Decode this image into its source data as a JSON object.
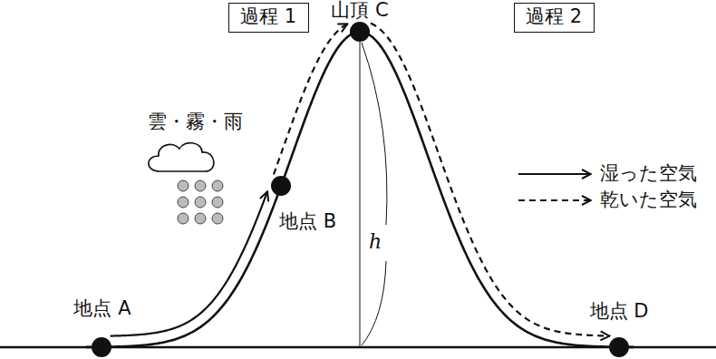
{
  "diagram": {
    "nodes": [
      {
        "text": [
          "過程 1"
        ]
      },
      {
        "text": [
          "山頂 C"
        ]
      },
      {
        "text": [
          "過程 2"
        ]
      },
      {
        "text": [
          "地点 B"
        ]
      },
      {
        "text": [
          "地点 A"
        ]
      },
      {
        "text": [
          "地点 D"
        ]
      }
    ],
    "edges": [
      {
        "from": 4,
        "to": 3,
        "arrow": "to"
      },
      {
        "from": 3,
        "to": 1,
        "arrow": "to"
      },
      {
        "from": 1,
        "to": 5,
        "arrow": "to"
      }
    ],
    "labels": [
      "雲・霧・雨",
      "h"
    ],
    "legend": [
      {
        "text": "湿った空気"
      },
      {
        "text": "乾いた空気"
      }
    ]
  }
}
